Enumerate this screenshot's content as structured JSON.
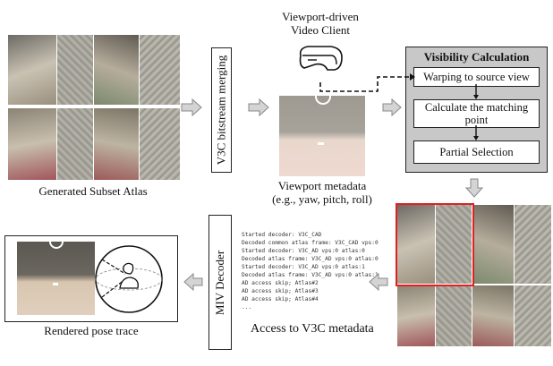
{
  "labels": {
    "generated_subset_atlas": "Generated Subset Atlas",
    "v3c_merging": "V3C bitstream merging",
    "client_line1": "Viewport-driven",
    "client_line2": "Video Client",
    "viewport_meta_line1": "Viewport metadata",
    "viewport_meta_line2": "(e.g., yaw, pitch, roll)",
    "miv_decoder": "MIV Decoder",
    "access_v3c": "Access to V3C metadata",
    "rendered_pose": "Rendered pose trace"
  },
  "visibility": {
    "title": "Visibility Calculation",
    "steps": [
      "Warping to source view",
      "Calculate the matching point",
      "Partial Selection"
    ]
  },
  "log_lines": [
    "Started decoder: V3C_CAD",
    "Decoded common atlas frame: V3C_CAD vps:0",
    "Started decoder: V3C_AD vps:0 atlas:0",
    "Decoded atlas frame: V3C_AD vps:0 atlas:0",
    "Started decoder: V3C_AD vps:0 atlas:1",
    "Decoded atlas frame: V3C_AD vps:0 atlas:1",
    "AD access skip; Atlas#2",
    "AD access skip; Atlas#3",
    "AD access skip; Atlas#4",
    "..."
  ],
  "colors": {
    "arrow_fill": "#d4d4d4",
    "panel_bg": "#c8c8c8",
    "highlight": "#e02020"
  }
}
